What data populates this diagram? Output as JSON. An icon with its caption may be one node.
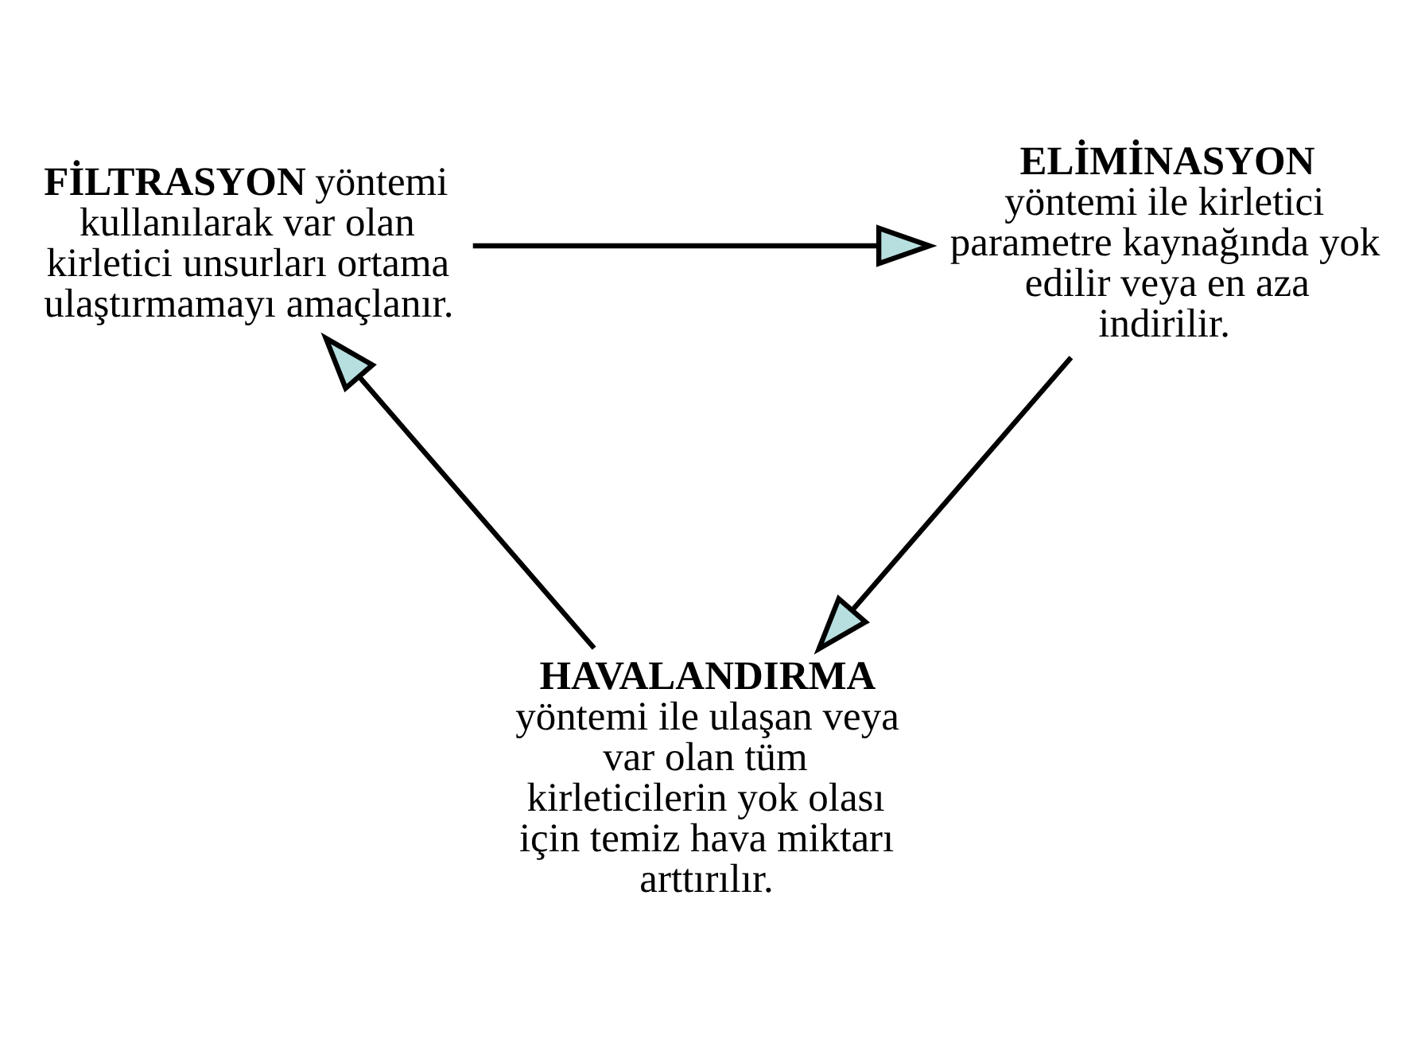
{
  "diagram": {
    "nodes": [
      {
        "text": [
          "**FİLTRASYON** yöntemi kullanılarak var olan kirletici unsurları ortama ulaştırmamayı amaçlanır."
        ]
      },
      {
        "text": [
          "ELİMİNASYON",
          "yöntemi ile kirletici parametre kaynağında yok edilir veya en aza indirilir."
        ]
      },
      {
        "text": [
          "HAVALANDIRMA",
          "yöntemi ile ulaşan veya var olan tüm kirleticilerin yok olası için temiz hava miktarı arttırılır."
        ]
      }
    ],
    "edges": [
      {
        "from": 0,
        "to": 1,
        "arrow": "to"
      },
      {
        "from": 1,
        "to": 2,
        "arrow": "to"
      },
      {
        "from": 2,
        "to": 0,
        "arrow": "to"
      }
    ]
  }
}
